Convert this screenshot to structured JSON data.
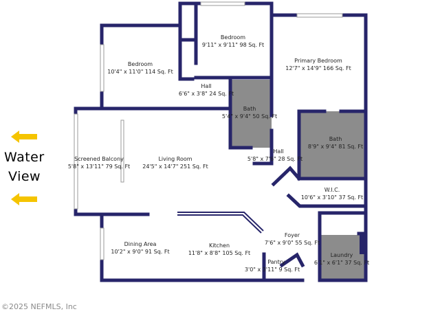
{
  "side_text": {
    "line1": "Water",
    "line2": "View"
  },
  "copyright": "©2025 NEFMLS, Inc",
  "rooms": {
    "bedroom_top": {
      "name": "Bedroom",
      "dims": "9'11\" x 9'11\" 98 Sq. Ft"
    },
    "bedroom_left": {
      "name": "Bedroom",
      "dims": "10'4\" x 11'0\" 114 Sq. Ft"
    },
    "primary": {
      "name": "Primary Bedroom",
      "dims": "12'7\" x 14'9\" 166 Sq. Ft"
    },
    "hall_top": {
      "name": "Hall",
      "dims": "6'6\" x 3'8\" 24 Sq. Ft"
    },
    "bath_center": {
      "name": "Bath",
      "dims": "5'4\" x 9'4\" 50 Sq. Ft"
    },
    "bath_right": {
      "name": "Bath",
      "dims": "8'9\" x 9'4\" 81 Sq. Ft"
    },
    "hall_mid": {
      "name": "Hall",
      "dims": "5'8\" x 7'6\" 28 Sq. Ft"
    },
    "balcony": {
      "name": "Screened Balcony",
      "dims": "5'8\" x 13'11\" 79 Sq. Ft"
    },
    "living": {
      "name": "Living Room",
      "dims": "24'5\" x 14'7\" 251 Sq. Ft"
    },
    "wic": {
      "name": "W.I.C.",
      "dims": "10'6\" x 3'10\" 37 Sq. Ft"
    },
    "dining": {
      "name": "Dining Area",
      "dims": "10'2\" x 9'0\" 91 Sq. Ft"
    },
    "kitchen": {
      "name": "Kitchen",
      "dims": "11'8\" x 8'8\" 105 Sq. Ft"
    },
    "foyer": {
      "name": "Foyer",
      "dims": "7'6\" x 9'0\" 55 Sq. Ft"
    },
    "laundry": {
      "name": "Laundry",
      "dims": "6'1\" x 6'1\" 37 Sq. Ft"
    },
    "pantry": {
      "name": "Pantry",
      "dims": "3'0\" x 3'11\" 9 Sq. Ft"
    }
  },
  "colors": {
    "wall": "#27256a",
    "wet_area": "#8c8c8c",
    "arrow": "#f5c400"
  },
  "icons": {
    "direction": "arrow-left-icon"
  }
}
